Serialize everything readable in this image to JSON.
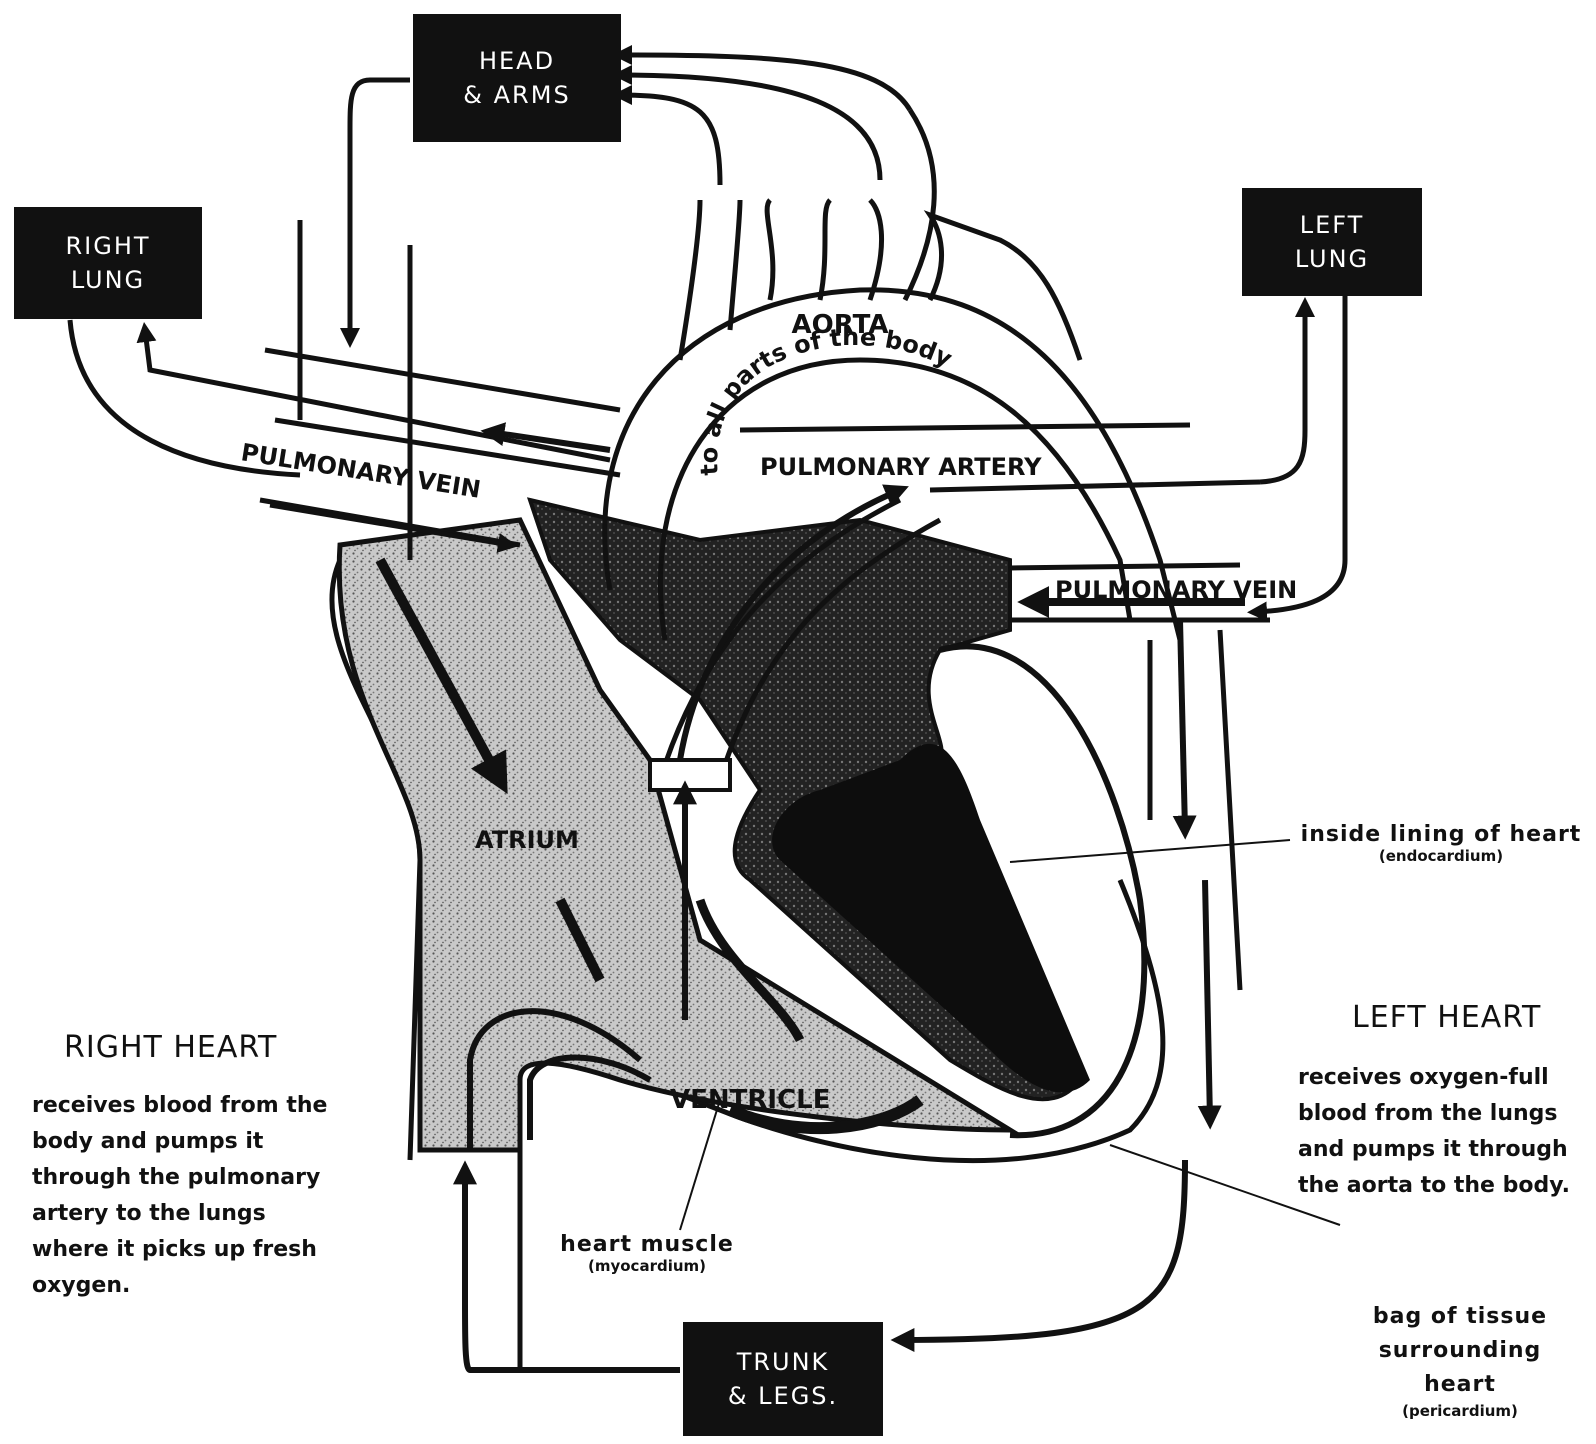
{
  "boxes": {
    "head_arms": [
      "HEAD",
      "& ARMS"
    ],
    "right_lung": [
      "RIGHT",
      "LUNG"
    ],
    "left_lung": [
      "LEFT",
      "LUNG"
    ],
    "trunk_legs": [
      "TRUNK",
      "& LEGS."
    ]
  },
  "vessels": {
    "aorta": "AORTA",
    "aorta_sub": "to all parts of the body",
    "pulmonary_artery": "PULMONARY ARTERY",
    "pulmonary_vein_left": "PULMONARY VEIN",
    "pulmonary_vein_right": "PULMONARY VEIN"
  },
  "chambers": {
    "atrium": "ATRIUM",
    "ventricle": "VENTRICLE"
  },
  "callouts": {
    "endocardium_main": "inside lining of heart",
    "endocardium_sub": "(endocardium)",
    "myocardium_main": "heart muscle",
    "myocardium_sub": "(myocardium)",
    "pericardium_line1": "bag of tissue",
    "pericardium_line2": "surrounding heart",
    "pericardium_sub": "(pericardium)"
  },
  "right_heart": {
    "title": "RIGHT HEART",
    "lines": [
      "receives blood from the",
      "body and pumps it",
      "through the pulmonary",
      "artery to the lungs",
      "where it picks up fresh",
      "oxygen."
    ]
  },
  "left_heart": {
    "title": "LEFT HEART",
    "lines": [
      "receives oxygen-full",
      "blood from the lungs",
      "and pumps it through",
      "the aorta to the body."
    ]
  }
}
